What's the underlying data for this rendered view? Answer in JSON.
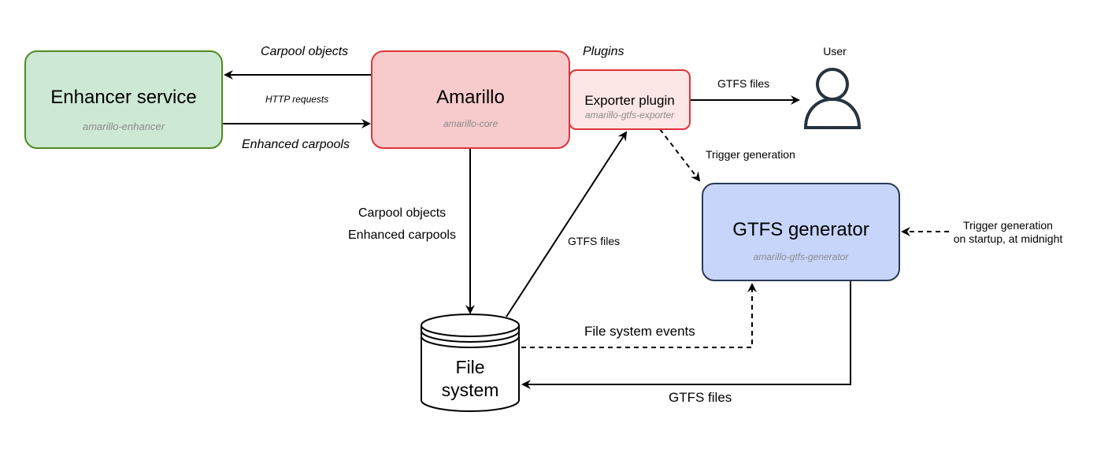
{
  "nodes": {
    "enhancer": {
      "title": "Enhancer service",
      "subtitle": "amarillo-enhancer",
      "fill": "#cde8d5",
      "stroke": "#4e8a1d"
    },
    "amarillo": {
      "title": "Amarillo",
      "subtitle": "amarillo-core",
      "fill": "#f7cbcb",
      "stroke": "#e0343a"
    },
    "exporter": {
      "title": "Exporter plugin",
      "subtitle": "amarillo-gtfs-exporter",
      "fill": "#fde6e6",
      "stroke": "#e0343a"
    },
    "generator": {
      "title": "GTFS generator",
      "subtitle": "amarillo-gtfs-generator",
      "fill": "#c7d5fb",
      "stroke": "#2b3a55"
    },
    "filesystem": {
      "title_line1": "File",
      "title_line2": "system"
    },
    "user": {
      "label": "User",
      "icon": "user-icon",
      "stroke": "#263340"
    }
  },
  "edges": {
    "carpool_objects_top": "Carpool objects",
    "http_requests": "HTTP requests",
    "enhanced_carpools_top": "Enhanced carpools",
    "plugins": "Plugins",
    "gtfs_files_user": "GTFS files",
    "trigger_generation": "Trigger generation",
    "carpool_objects_down": "Carpool objects",
    "enhanced_carpools_down": "Enhanced carpools",
    "gtfs_files_diag": "GTFS files",
    "trigger_startup_line1": "Trigger generation",
    "trigger_startup_line2": "on startup, at midnight",
    "file_system_events": "File system events",
    "gtfs_files_bottom": "GTFS files"
  }
}
